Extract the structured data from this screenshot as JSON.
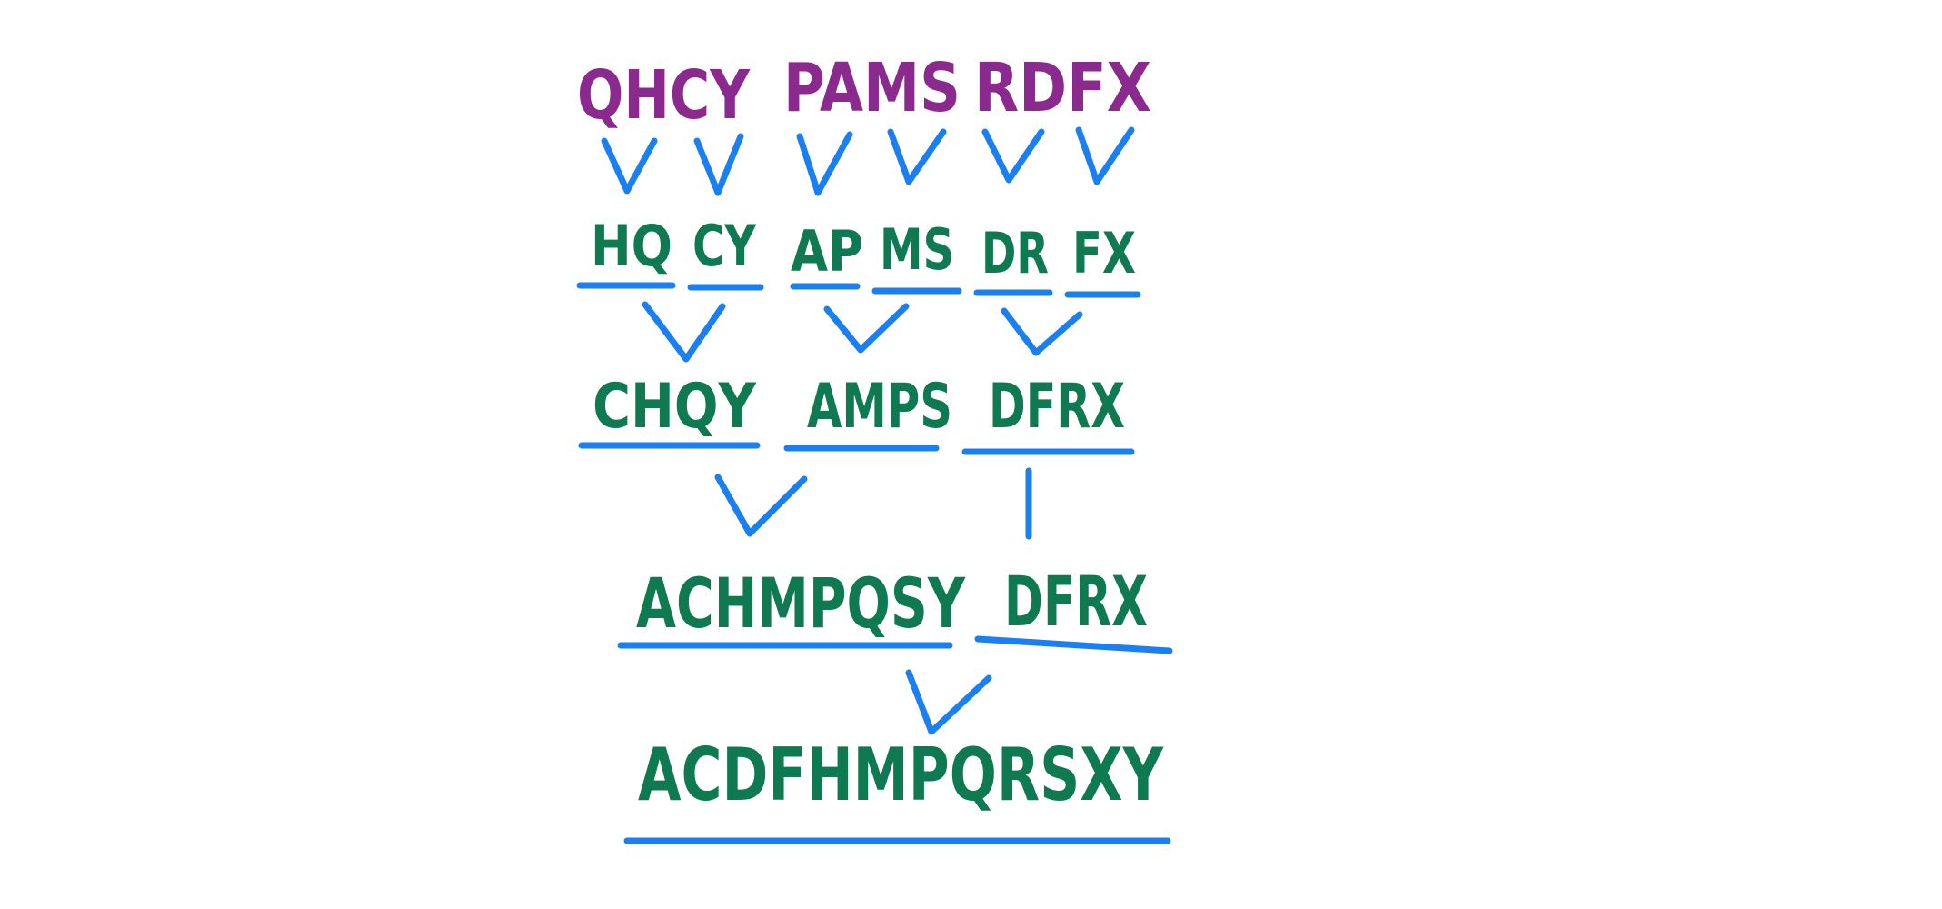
{
  "colors": {
    "input_text": "#8a2a8e",
    "merged_text": "#0f7a52",
    "lines": "#1a7ff0",
    "background": "#ffffff"
  },
  "input_row": [
    "QHCY",
    "PAMS",
    "RDFX"
  ],
  "level1": [
    "HQ",
    "CY",
    "AP",
    "MS",
    "DR",
    "FX"
  ],
  "level2": [
    "CHQY",
    "AMPS",
    "DFRX"
  ],
  "level3": [
    "ACHMPQSY",
    "DFRX"
  ],
  "result": "ACDFHMPQRSXY"
}
